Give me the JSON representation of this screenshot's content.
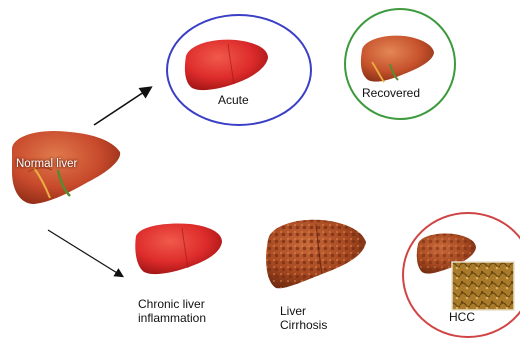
{
  "labels": {
    "normal": "Normal liver",
    "acute": "Acute",
    "recovered": "Recovered",
    "chronic_line1": "Chronic liver",
    "chronic_line2": "inflammation",
    "cirrhosis_line1": "Liver",
    "cirrhosis_line2": "Cirrhosis",
    "hcc": "HCC"
  },
  "colors": {
    "acute_ring": "#3a3fc6",
    "recovered_ring": "#3c9a3c",
    "hcc_ring": "#d04444",
    "healthy_liver": "#c84a2c",
    "inflamed_liver": "#dd2b2b",
    "cirrhotic_liver": "#a84a22"
  }
}
